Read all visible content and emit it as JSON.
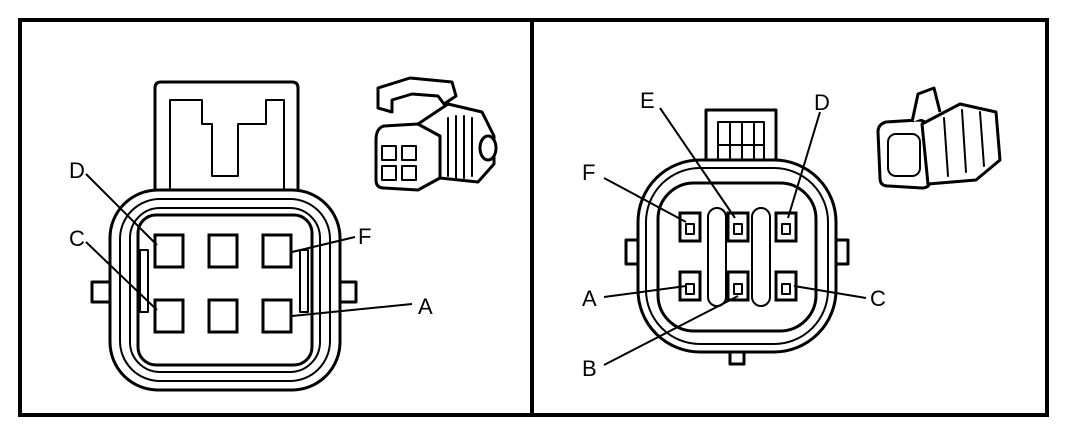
{
  "left_view": {
    "labels": {
      "D": "D",
      "C": "C",
      "F": "F",
      "A": "A"
    }
  },
  "right_view": {
    "labels": {
      "E": "E",
      "D": "D",
      "F": "F",
      "A": "A",
      "C": "C",
      "B": "B"
    }
  }
}
